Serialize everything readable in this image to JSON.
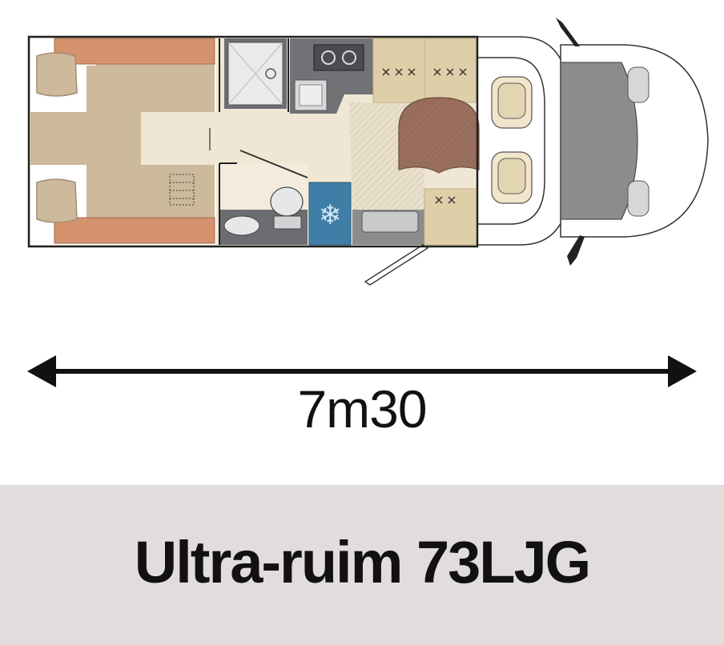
{
  "diagram": {
    "type": "floor-plan",
    "length_label": "7m30",
    "model_name": "Ultra-ruim 73LJG"
  },
  "colors": {
    "bed_wood": "#d4926e",
    "mattress": "#cdb99b",
    "floor": "#efe7d4",
    "fridge": "#3f7ea6",
    "table": "#9a6f5e",
    "cab": "#8a8c8e",
    "footer_bg": "#e2dcdc"
  }
}
